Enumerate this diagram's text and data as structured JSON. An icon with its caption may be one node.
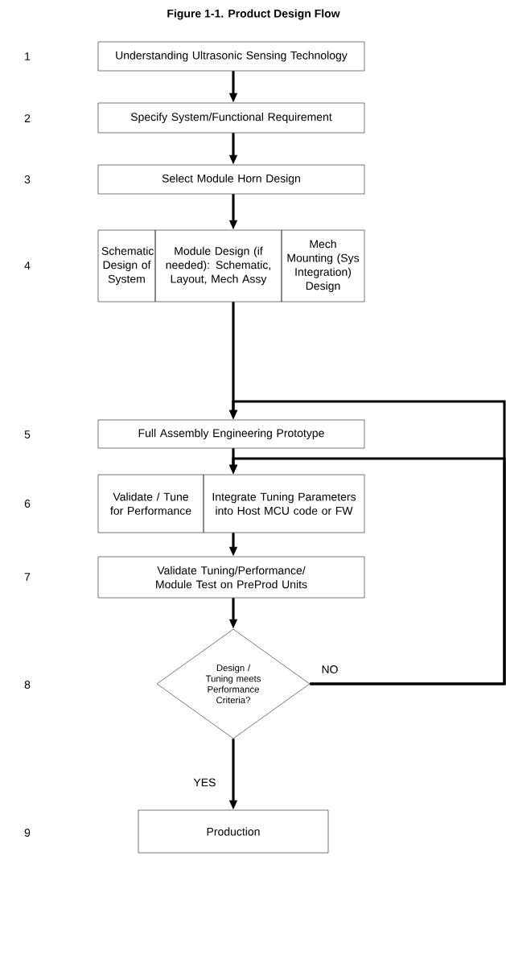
{
  "diagram": {
    "title": "Figure 1-1. Product Design Flow",
    "nodes": [
      {
        "text": [
          "Understanding Ultrasonic Sensing Technology"
        ]
      },
      {
        "text": [
          "Specify System/Functional Requirement"
        ]
      },
      {
        "text": [
          "Select Module Horn Design"
        ]
      },
      {
        "text": [
          "Schematic Design of System"
        ]
      },
      {
        "text": [
          "Module Design (if needed): Schematic, Layout, Mech Assy"
        ]
      },
      {
        "text": [
          "Mech Mounting (Sys Integration) Design"
        ]
      },
      {
        "text": [
          "Full Assembly Engineering Prototype"
        ]
      },
      {
        "text": [
          "Validate / Tune for Performance"
        ]
      },
      {
        "text": [
          "Integrate Tuning Parameters into Host MCU code or FW"
        ]
      },
      {
        "text": [
          "Validate Tuning/Performance/ Module Test on PreProd Units"
        ]
      },
      {
        "text": [
          "Design / Tuning meets Performance Criteria?"
        ]
      },
      {
        "text": [
          "Production"
        ]
      }
    ],
    "edges": [
      {
        "from": 0,
        "to": 1,
        "arrow": "to"
      },
      {
        "from": 1,
        "to": 2,
        "arrow": "to"
      },
      {
        "from": 2,
        "to": 4,
        "arrow": "to"
      },
      {
        "from": 4,
        "to": 6,
        "arrow": "to"
      },
      {
        "from": 6,
        "to": 8,
        "arrow": "to"
      },
      {
        "from": 8,
        "to": 9,
        "arrow": "to"
      },
      {
        "from": 9,
        "to": 10,
        "arrow": "to"
      },
      {
        "from": 10,
        "to": 11,
        "arrow": "to",
        "label": "YES"
      },
      {
        "from": 10,
        "to": 6,
        "arrow": "to",
        "label": "NO"
      },
      {
        "from": 10,
        "to": 8,
        "arrow": "to"
      }
    ],
    "labels": [
      "1",
      "2",
      "3",
      "4",
      "5",
      "6",
      "7",
      "8",
      "9"
    ]
  }
}
